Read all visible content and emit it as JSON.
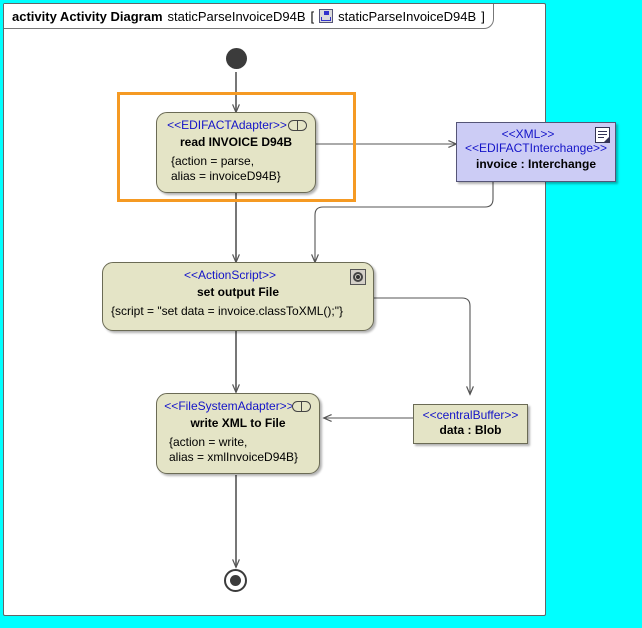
{
  "canvas": {
    "background_color": "#00ffff",
    "diagram_background": "#ffffff"
  },
  "header": {
    "kind": "activity Activity Diagram",
    "name": "staticParseInvoiceD94B",
    "bracket_open": "[",
    "bracket_close": "]",
    "tab_name": "staticParseInvoiceD94B",
    "icon": "activity-diagram-icon"
  },
  "colors": {
    "action_fill": "#e4e4c6",
    "object_fill": "#ccccf5",
    "stereotype_text": "#1414c8",
    "selection": "#f59a23",
    "edge": "#555555"
  },
  "nodes": {
    "start": {
      "name": "initial-node",
      "label": "initial node"
    },
    "read_invoice": {
      "stereotype": "<<EDIFACTAdapter>>",
      "name": "read INVOICE D94B",
      "props_line1": "{action = parse,",
      "props_line2": "alias = invoiceD94B}",
      "icon": "port-icon",
      "selected": true
    },
    "invoice_object": {
      "stereotype1": "<<XML>>",
      "stereotype2": "<<EDIFACTInterchange>>",
      "name": "invoice : Interchange",
      "icon": "document-icon"
    },
    "set_output_file": {
      "stereotype": "<<ActionScript>>",
      "name": "set output File",
      "props_line1": "{script = \"set data = invoice.classToXML();\"}",
      "icon": "script-icon"
    },
    "write_xml": {
      "stereotype": "<<FileSystemAdapter>>",
      "name": "write XML to File",
      "props_line1": "{action = write,",
      "props_line2": "alias = xmlInvoiceD94B}",
      "icon": "port-icon"
    },
    "data_blob": {
      "stereotype": "<<centralBuffer>>",
      "name": "data : Blob"
    },
    "end": {
      "name": "activity-final-node",
      "label": "activity final node"
    }
  },
  "edges": [
    {
      "from": "initial-node",
      "to": "read INVOICE D94B"
    },
    {
      "from": "read INVOICE D94B",
      "to": "invoice : Interchange"
    },
    {
      "from": "invoice : Interchange",
      "to": "set output File"
    },
    {
      "from": "read INVOICE D94B",
      "to": "set output File"
    },
    {
      "from": "set output File",
      "to": "data : Blob"
    },
    {
      "from": "set output File",
      "to": "write XML to File"
    },
    {
      "from": "data : Blob",
      "to": "write XML to File"
    },
    {
      "from": "write XML to File",
      "to": "activity final node"
    }
  ]
}
